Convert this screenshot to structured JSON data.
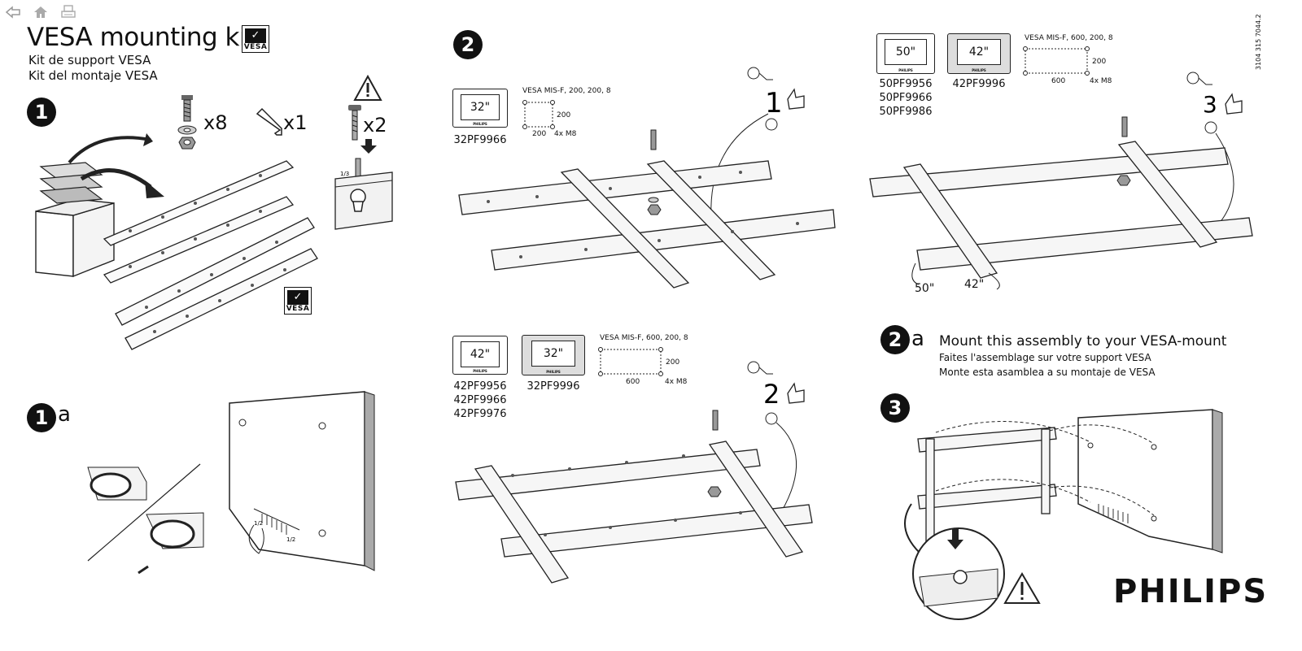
{
  "toolbar": {
    "back_icon": "back-arrow-icon",
    "home_icon": "home-icon",
    "print_icon": "print-icon"
  },
  "header": {
    "title": "VESA mounting kit",
    "subtitle_fr": "Kit de support VESA",
    "subtitle_es": "Kit del montaje VESA",
    "vesa_logo_text": "VESA"
  },
  "step1": {
    "number": "1",
    "bolt_qty": "x8",
    "key_qty": "x1",
    "screw_qty": "x2",
    "fraction": "1/3",
    "vesa_logo_text": "VESA"
  },
  "step1a": {
    "number": "1",
    "letter": "a",
    "fraction_a": "1/2",
    "fraction_b": "1/2"
  },
  "step2": {
    "number": "2",
    "config1": {
      "tv_size": "32\"",
      "model": "32PF9966",
      "vesa_spec": "VESA  MIS-F, 200, 200, 8",
      "dim_h": "200",
      "dim_w": "200",
      "screws": "4x M8",
      "order": "1"
    },
    "config2": {
      "tv_sizes": [
        "42\"",
        "32\""
      ],
      "models_left": [
        "42PF9956",
        "42PF9966",
        "42PF9976"
      ],
      "model_right": "32PF9996",
      "vesa_spec": "VESA  MIS-F, 600, 200, 8",
      "dim_h": "200",
      "dim_w": "600",
      "screws": "4x M8",
      "order": "2"
    },
    "config3": {
      "tv_sizes": [
        "50\"",
        "42\""
      ],
      "models_left": [
        "50PF9956",
        "50PF9966",
        "50PF9986"
      ],
      "model_right": "42PF9996",
      "vesa_spec": "VESA  MIS-F, 600, 200, 8",
      "dim_h": "200",
      "dim_w": "600",
      "screws": "4x M8",
      "order": "3",
      "size_label_a": "50\"",
      "size_label_b": "42\""
    }
  },
  "step2a": {
    "number": "2",
    "letter": "a",
    "text_en": "Mount this assembly to your VESA-mount",
    "text_fr": "Faites l'assemblage sur votre support VESA",
    "text_es": "Monte esta asamblea a su montaje de VESA"
  },
  "step3": {
    "number": "3"
  },
  "brand": {
    "name": "PHILIPS",
    "tv_brand": "PHILIPS"
  },
  "doc_code": "3104 315 7044.2",
  "warning_icon": "warning-triangle-icon",
  "thumbs_icon": "thumbs-up-icon"
}
